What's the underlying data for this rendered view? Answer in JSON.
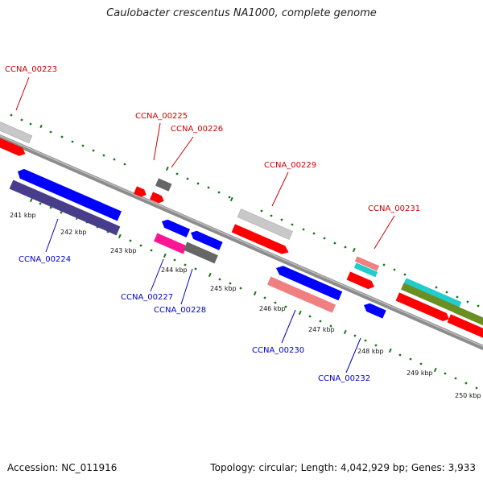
{
  "title": "Caulobacter crescentus NA1000, complete genome",
  "footer": {
    "accession": "Accession: NC_011916",
    "summary": "Topology: circular; Length: 4,042,929 bp; Genes: 3,933"
  },
  "colors": {
    "upper_label": "#cc0000",
    "lower_label": "#0000cc",
    "backbone": "#888888",
    "tick": "#1a7a1a",
    "cds_forward": "#ff0000",
    "cds_reverse": "#0000ff",
    "light_grey": "#c8c8c8",
    "dark_grey": "#666666",
    "salmon": "#f08080",
    "magenta": "#ff1493",
    "cyan": "#22cccc",
    "olive": "#6b8e23",
    "slate_blue": "#483d8b"
  },
  "gene_labels_upper": [
    "CCNA_00223",
    "CCNA_00225",
    "CCNA_00226",
    "CCNA_00229",
    "CCNA_00231"
  ],
  "gene_labels_lower": [
    "CCNA_00224",
    "CCNA_00227",
    "CCNA_00228",
    "CCNA_00230",
    "CCNA_00232"
  ],
  "kbp_labels": [
    "241 kbp",
    "242 kbp",
    "243 kbp",
    "244 kbp",
    "245 kbp",
    "246 kbp",
    "247 kbp",
    "248 kbp",
    "249 kbp",
    "250 kbp"
  ]
}
